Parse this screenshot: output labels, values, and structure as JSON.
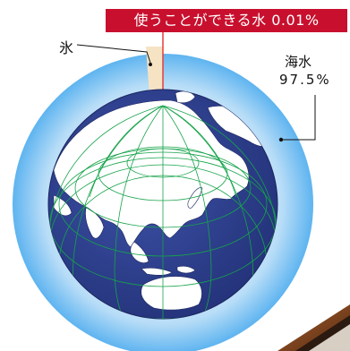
{
  "banner": {
    "text": "使うことができる水 0.01%"
  },
  "ice": {
    "label": "氷"
  },
  "sea": {
    "label": "海水",
    "value": "97.5%"
  },
  "colors": {
    "banner": "#c8102e",
    "ocean": "#2e3f8f",
    "land": "#ffffff",
    "grid": "#16a34a",
    "halo_outer": "#5eb4f0",
    "halo_inner": "#e6f4ff",
    "ice_wedge": "#f6e3c4"
  }
}
